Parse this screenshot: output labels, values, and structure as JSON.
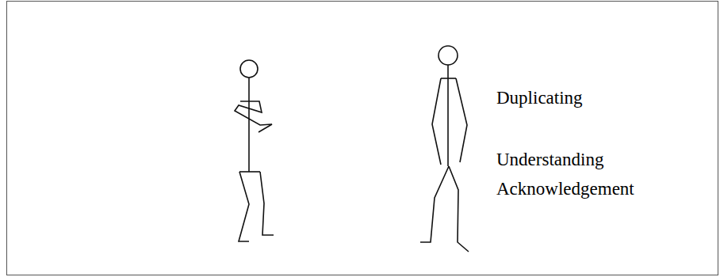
{
  "diagram": {
    "labels": [
      "Duplicating",
      "Understanding",
      "Acknowledgement"
    ]
  }
}
